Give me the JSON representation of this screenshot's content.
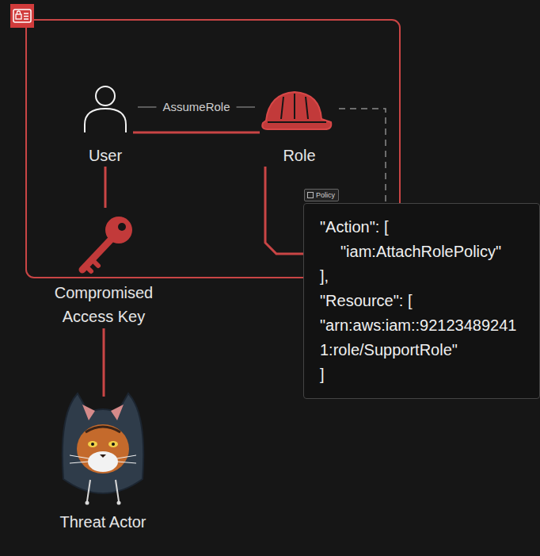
{
  "diagram": {
    "nodes": [
      {
        "text": [
          "User"
        ]
      },
      {
        "text": [
          "Role"
        ]
      },
      {
        "text": [
          "Policy",
          "\"Action\": [",
          "\"iam:AttachRolePolicy\"",
          "],",
          "\"Resource\": [",
          "\"arn:aws:iam::921234892411:role/SupportRole\"",
          "]"
        ]
      },
      {
        "text": [
          "Compromised Access Key"
        ]
      },
      {
        "text": [
          "Threat Actor"
        ]
      }
    ],
    "edges": [
      {
        "from": 0,
        "to": 1,
        "label": "AssumeRole",
        "arrow": "none"
      },
      {
        "from": 1,
        "to": 2,
        "arrow": "none"
      },
      {
        "from": 1,
        "to": 2,
        "arrow": "none"
      },
      {
        "from": 0,
        "to": 3,
        "arrow": "none"
      },
      {
        "from": 3,
        "to": 4,
        "arrow": "none"
      }
    ]
  }
}
